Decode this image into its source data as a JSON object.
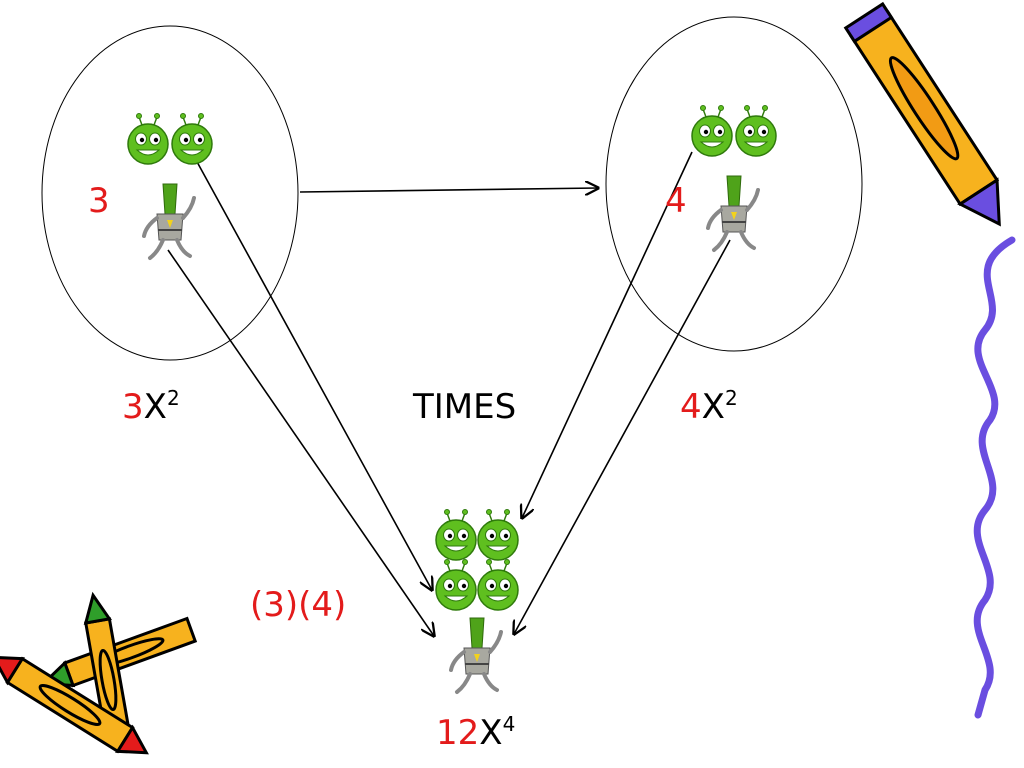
{
  "colors": {
    "coefficient": "#e31b1b",
    "text": "#000000",
    "alien_green": "#5fbf1f",
    "alien_body": "#8a8a8a",
    "squiggle": "#6a4ee0",
    "pencil_yellow": "#f7b21e"
  },
  "left_group": {
    "count": "3",
    "coef": "3",
    "var": "X",
    "exp": "2"
  },
  "right_group": {
    "count": "4",
    "coef": "4",
    "var": "X",
    "exp": "2"
  },
  "operation": "TIMES",
  "multiplication": "(3)(4)",
  "result": {
    "coef": "12",
    "var": "X",
    "exp": "4"
  },
  "icons": [
    "alien-two-headed-icon",
    "alien-four-headed-icon",
    "pencil-icon",
    "crayons-icon",
    "squiggle-decoration"
  ]
}
